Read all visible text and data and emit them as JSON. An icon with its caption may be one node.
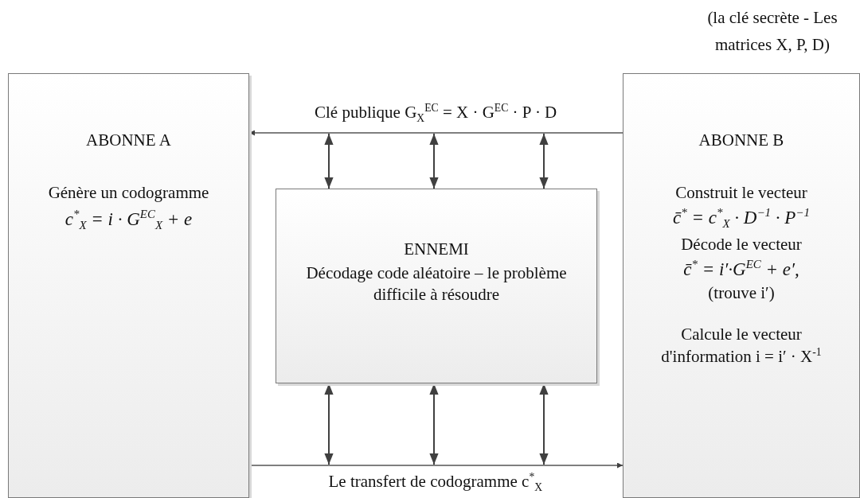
{
  "diagram": {
    "nodes": [
      {
        "text": [
          "ABONNE A",
          "Génère un codogramme",
          "c$^{*}$$_{X}$ = i · G$^{EC}$$_{X}$ + e"
        ]
      },
      {
        "text": [
          "ABONNE B",
          "Construit le vecteur",
          "c̄$^{*}$ = c$^{*}$$_{X}$ · D$^{−1}$ · P$^{−1}$",
          "Décode le vecteur",
          "c̄$^{*}$ = i′·G$^{EC}$ + e′,",
          "(trouve i′)",
          "Calcule le vecteur d'information i = i′ · X$^{-1}$"
        ],
        "beside": [
          "(la clé secrète - Les matrices X, P, D)"
        ]
      },
      {
        "text": [
          "ENNEMI",
          "Décodage code aléatoire – le problème difficile à résoudre"
        ]
      }
    ],
    "edges": [
      {
        "from": 1,
        "to": 0,
        "arrow": "to",
        "label": "Clé publique G$_{X}$$^{EC}$ = X · G$^{EC}$ · P · D"
      },
      {
        "from": 0,
        "to": 1,
        "arrow": "to",
        "label": "Le transfert de codogramme c$^{*}$$_{X}$"
      },
      {
        "from": 2,
        "to": null,
        "arrow": "both"
      },
      {
        "from": 2,
        "to": null,
        "arrow": "both"
      },
      {
        "from": 2,
        "to": null,
        "arrow": "both"
      },
      {
        "from": 2,
        "to": null,
        "arrow": "both"
      },
      {
        "from": 2,
        "to": null,
        "arrow": "both"
      },
      {
        "from": 2,
        "to": null,
        "arrow": "both"
      }
    ]
  }
}
